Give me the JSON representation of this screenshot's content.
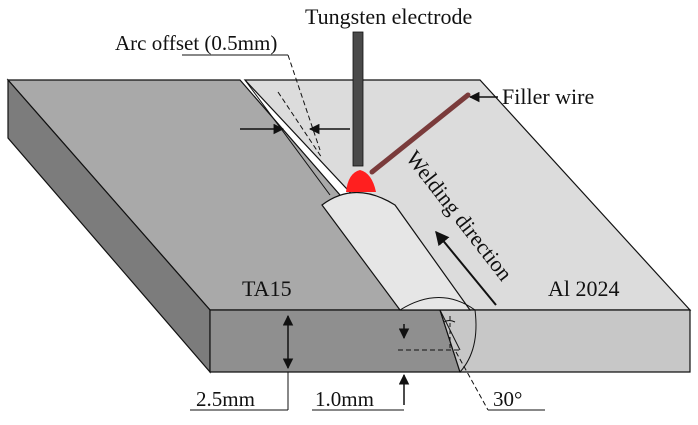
{
  "labels": {
    "electrode": "Tungsten electrode",
    "arc_offset": "Arc offset (0.5mm)",
    "filler": "Filler wire",
    "direction": "Welding direction",
    "left_plate": "TA15",
    "right_plate": "Al 2024",
    "thickness": "2.5mm",
    "depth": "1.0mm",
    "angle": "30°"
  },
  "colors": {
    "left_top": "#a9a9a9",
    "left_front": "#8f8f8f",
    "left_side": "#7c7c7c",
    "right_top": "#dcdcdc",
    "right_front": "#c7c7c7",
    "bead": "#e6e6e6",
    "electrode": "#4a4a4a",
    "arc": "#ff1f1f",
    "filler": "#7a3b3b",
    "line": "#111111"
  }
}
